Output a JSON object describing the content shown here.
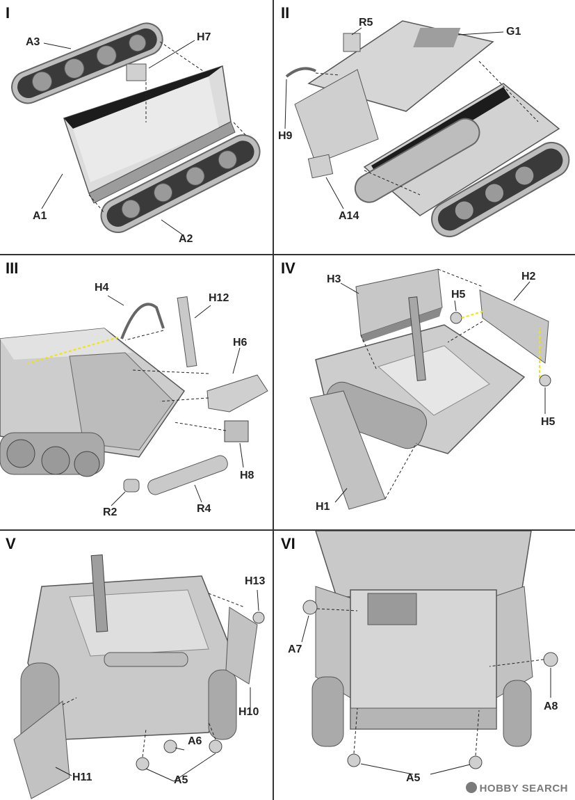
{
  "panels": [
    {
      "id": "I",
      "step": "I",
      "labels": [
        "A3",
        "H7",
        "A1",
        "A2"
      ]
    },
    {
      "id": "II",
      "step": "II",
      "labels": [
        "R5",
        "G1",
        "H9",
        "A14"
      ]
    },
    {
      "id": "III",
      "step": "III",
      "labels": [
        "H4",
        "H12",
        "H6",
        "H8",
        "R2",
        "R4"
      ]
    },
    {
      "id": "IV",
      "step": "IV",
      "labels": [
        "H3",
        "H2",
        "H5",
        "H5",
        "H1"
      ]
    },
    {
      "id": "V",
      "step": "V",
      "labels": [
        "H13",
        "H10",
        "A6",
        "A5",
        "H11"
      ]
    },
    {
      "id": "VI",
      "step": "VI",
      "labels": [
        "A7",
        "A8",
        "A5"
      ]
    }
  ],
  "watermark": "HOBBY SEARCH",
  "colors": {
    "hull": "#d9d9d9",
    "hull_dark": "#a9a9a9",
    "hull_shadow": "#2a2a2a",
    "track": "#b8b8b8",
    "leader": "#222222",
    "fit_arrow": "#f2e600",
    "divider": "#333333"
  }
}
